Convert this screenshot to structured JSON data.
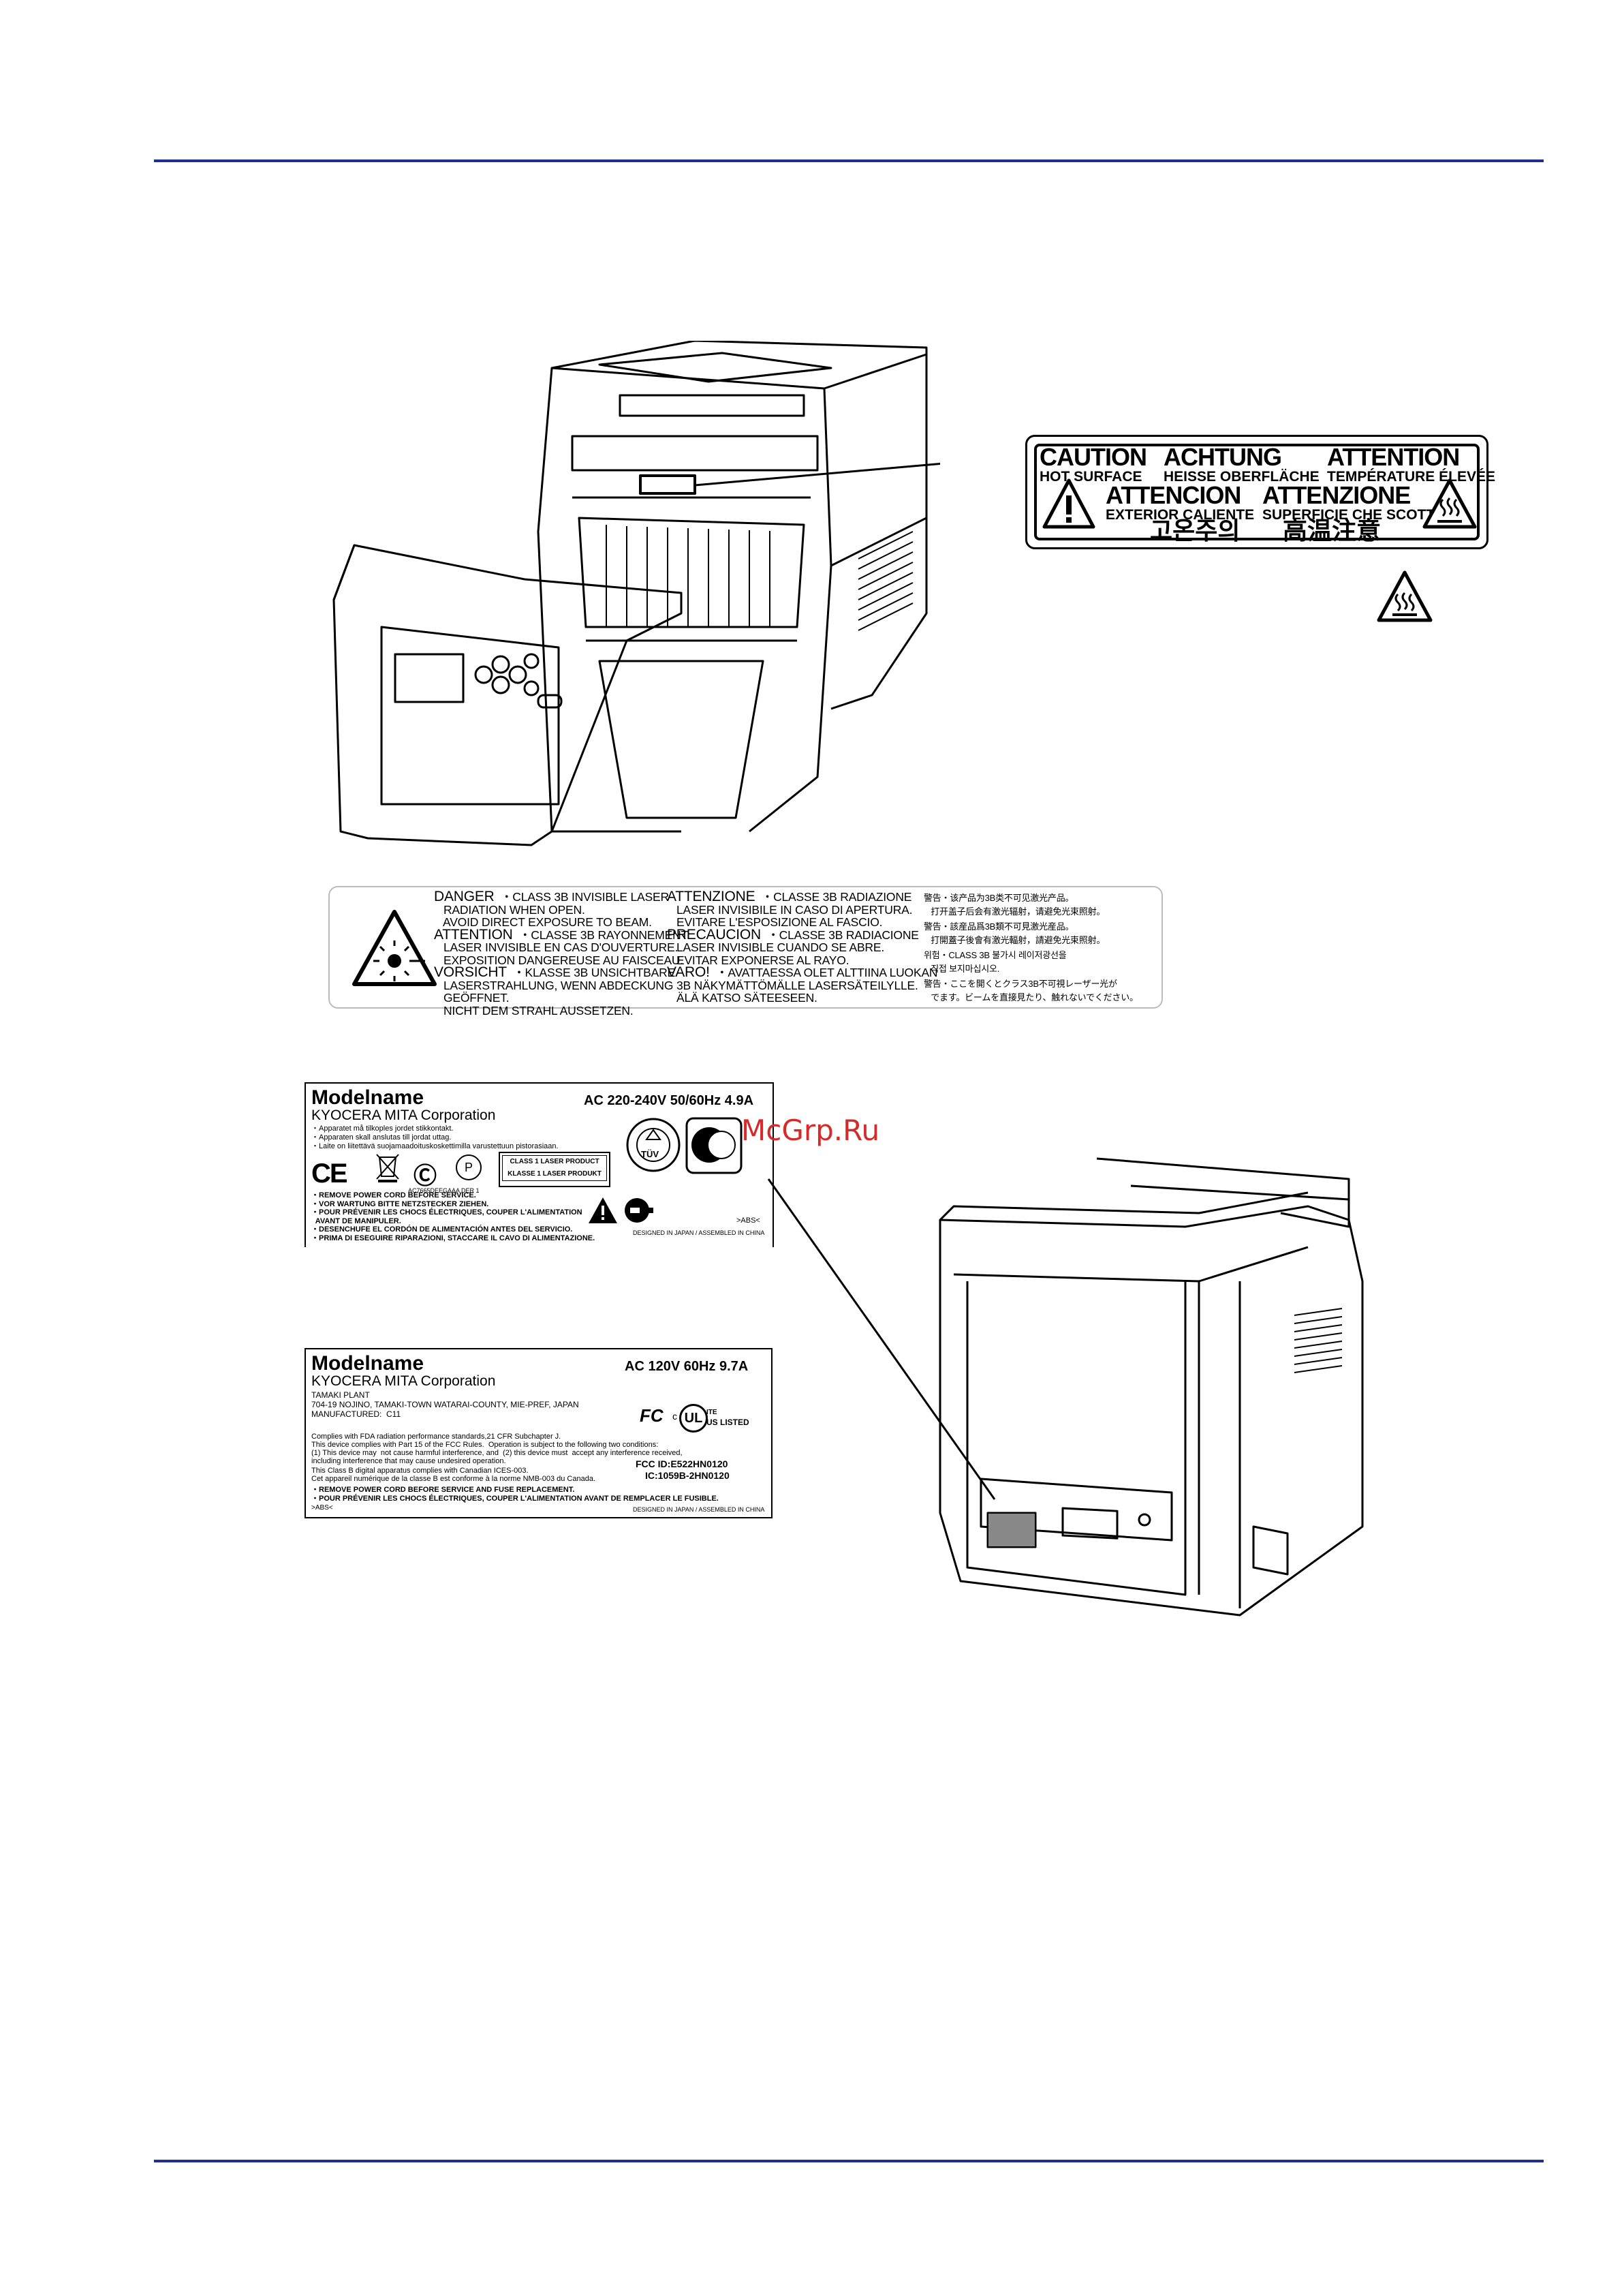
{
  "caution_label": {
    "row1": [
      {
        "word": "CAUTION",
        "sub": "HOT SURFACE"
      },
      {
        "word": "ACHTUNG",
        "sub": "HEISSE OBERFLÄCHE"
      },
      {
        "word": "ATTENTION",
        "sub": "TEMPÉRATURE ÉLEVÉE"
      }
    ],
    "row2": [
      {
        "word": "ATTENCION",
        "sub": "EXTERIOR CALIENTE"
      },
      {
        "word": "ATTENZIONE",
        "sub": "SUPERFICIE CHE SCOTTA"
      }
    ],
    "korean": "고온주의",
    "chinese": "高温注意"
  },
  "laser_label": {
    "col1": [
      {
        "head": "DANGER",
        "text": "  ・CLASS 3B INVISIBLE LASER\n   RADIATION WHEN OPEN.\n   AVOID DIRECT EXPOSURE TO BEAM."
      },
      {
        "head": "ATTENTION",
        "text": "  ・CLASSE 3B RAYONNEMENT\n   LASER INVISIBLE EN CAS D'OUVERTURE.\n   EXPOSITION DANGEREUSE AU FAISCEAU."
      },
      {
        "head": "VORSICHT",
        "text": "  ・KLASSE 3B UNSICHTBARE\n   LASERSTRAHLUNG, WENN ABDECKUNG\n   GEÖFFNET.\n   NICHT DEM STRAHL AUSSETZEN."
      }
    ],
    "col2": [
      {
        "head": "ATTENZIONE",
        "text": "  ・CLASSE 3B RADIAZIONE\n   LASER INVISIBILE IN CASO DI APERTURA.\n   EVITARE L'ESPOSIZIONE AL FASCIO."
      },
      {
        "head": "PRECAUCION",
        "text": "  ・CLASSE 3B RADIACIONE\n   LASER INVISIBLE CUANDO SE ABRE.\n   EVITAR EXPONERSE AL RAYO."
      },
      {
        "head": "VARO!",
        "text": "  ・AVATTAESSA OLET ALTTIINA LUOKAN\n   3B NÄKYMÄTTÖMÄLLE LASERSÄTEILYLLE.\n   ÄLÄ KATSO SÄTEESEEN."
      }
    ],
    "col3": [
      "警告・该产品为3B类不可见激光产品。\n   打开盖子后会有激光辐射，请避免光束照射。",
      "警告・該産品爲3B類不可見激光産品。\n   打開蓋子後會有激光輻射，請避免光束照射。",
      "위험・CLASS 3B 불가시 레이저광선을\n   직접 보지마십시오.",
      "警告・ここを開くとクラス3B不可視レーザー光が\n   でます。ビームを直接見たり、触れないでください。"
    ]
  },
  "label_eu": {
    "modelname": "Modelname",
    "rating": "AC 220-240V  50/60Hz  4.9A",
    "corporation": "KYOCERA MITA Corporation",
    "notes": "・Apparatet må tilkoples jordet stikkontakt.\n・Apparaten skall anslutas till jordat uttag.\n・Laite on liitettävä suojamaadoituskoskettimilla varustettuun pistorasiaan.",
    "codes": [
      "AC7665DEEGAAA",
      "DER 1"
    ],
    "class1": [
      "CLASS 1 LASER PRODUCT",
      "KLASSE 1 LASER PRODUKT"
    ],
    "warnings": "・REMOVE POWER CORD BEFORE SERVICE.\n・VOR WARTUNG BITTE NETZSTECKER ZIEHEN.\n・POUR PRÉVENIR LES CHOCS ÉLECTRIQUES, COUPER L'ALIMENTATION\n  AVANT DE MANIPULER.\n・DESENCHUFE EL CORDÓN DE ALIMENTACIÓN ANTES DEL SERVICIO.\n・PRIMA DI ESEGUIRE RIPARAZIONI, STACCARE IL CAVO DI ALIMENTAZIONE.",
    "abs": ">ABS<",
    "designed": "DESIGNED IN JAPAN / ASSEMBLED IN CHINA",
    "tuv": "TÜV"
  },
  "label_us": {
    "modelname": "Modelname",
    "rating": "AC 120V  60Hz  9.7A",
    "corporation": "KYOCERA MITA Corporation",
    "plant": "TAMAKI PLANT\n704-19 NOJINO, TAMAKI-TOWN WATARAI-COUNTY, MIE-PREF, JAPAN\nMANUFACTURED:  C11",
    "compliance": "Complies with FDA radiation performance standards,21 CFR Subchapter J.\nThis device complies with Part 15 of the FCC Rules.  Operation is subject to the following two conditions:\n(1) This device may  not cause harmful interference, and  (2) this device must  accept any interference received,\nincluding interference that may cause undesired operation.",
    "canada": "This Class B digital apparatus complies with Canadian ICES-003.\nCet appareil numérique de la classe B est conforme à la norme NMB-003 du Canada.",
    "fcc_id": "FCC ID:E522HN0120",
    "ic_id": "IC:1059B-2HN0120",
    "warnings": "・REMOVE POWER CORD BEFORE SERVICE AND FUSE REPLACEMENT.\n・POUR PRÉVENIR LES CHOCS ÉLECTRIQUES, COUPER L'ALIMENTATION AVANT DE REMPLACER LE FUSIBLE.",
    "abs": ">ABS<",
    "designed": "DESIGNED IN JAPAN / ASSEMBLED IN CHINA",
    "ite": "ITE",
    "us_listed": "US LISTED"
  },
  "watermark": "McGrp.Ru",
  "colors": {
    "rule": "#1f2f8f",
    "watermark": "#d42a2a"
  }
}
